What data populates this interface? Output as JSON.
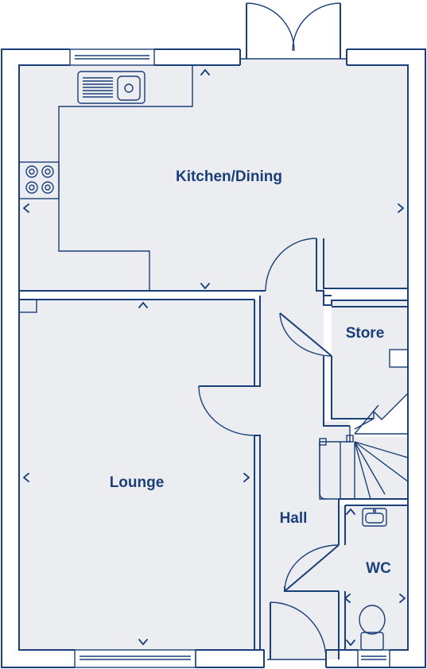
{
  "plan": {
    "rooms": [
      {
        "key": "kitchen",
        "label": "Kitchen/Dining"
      },
      {
        "key": "lounge",
        "label": "Lounge"
      },
      {
        "key": "hall",
        "label": "Hall"
      },
      {
        "key": "store",
        "label": "Store"
      },
      {
        "key": "wc",
        "label": "WC"
      }
    ]
  }
}
